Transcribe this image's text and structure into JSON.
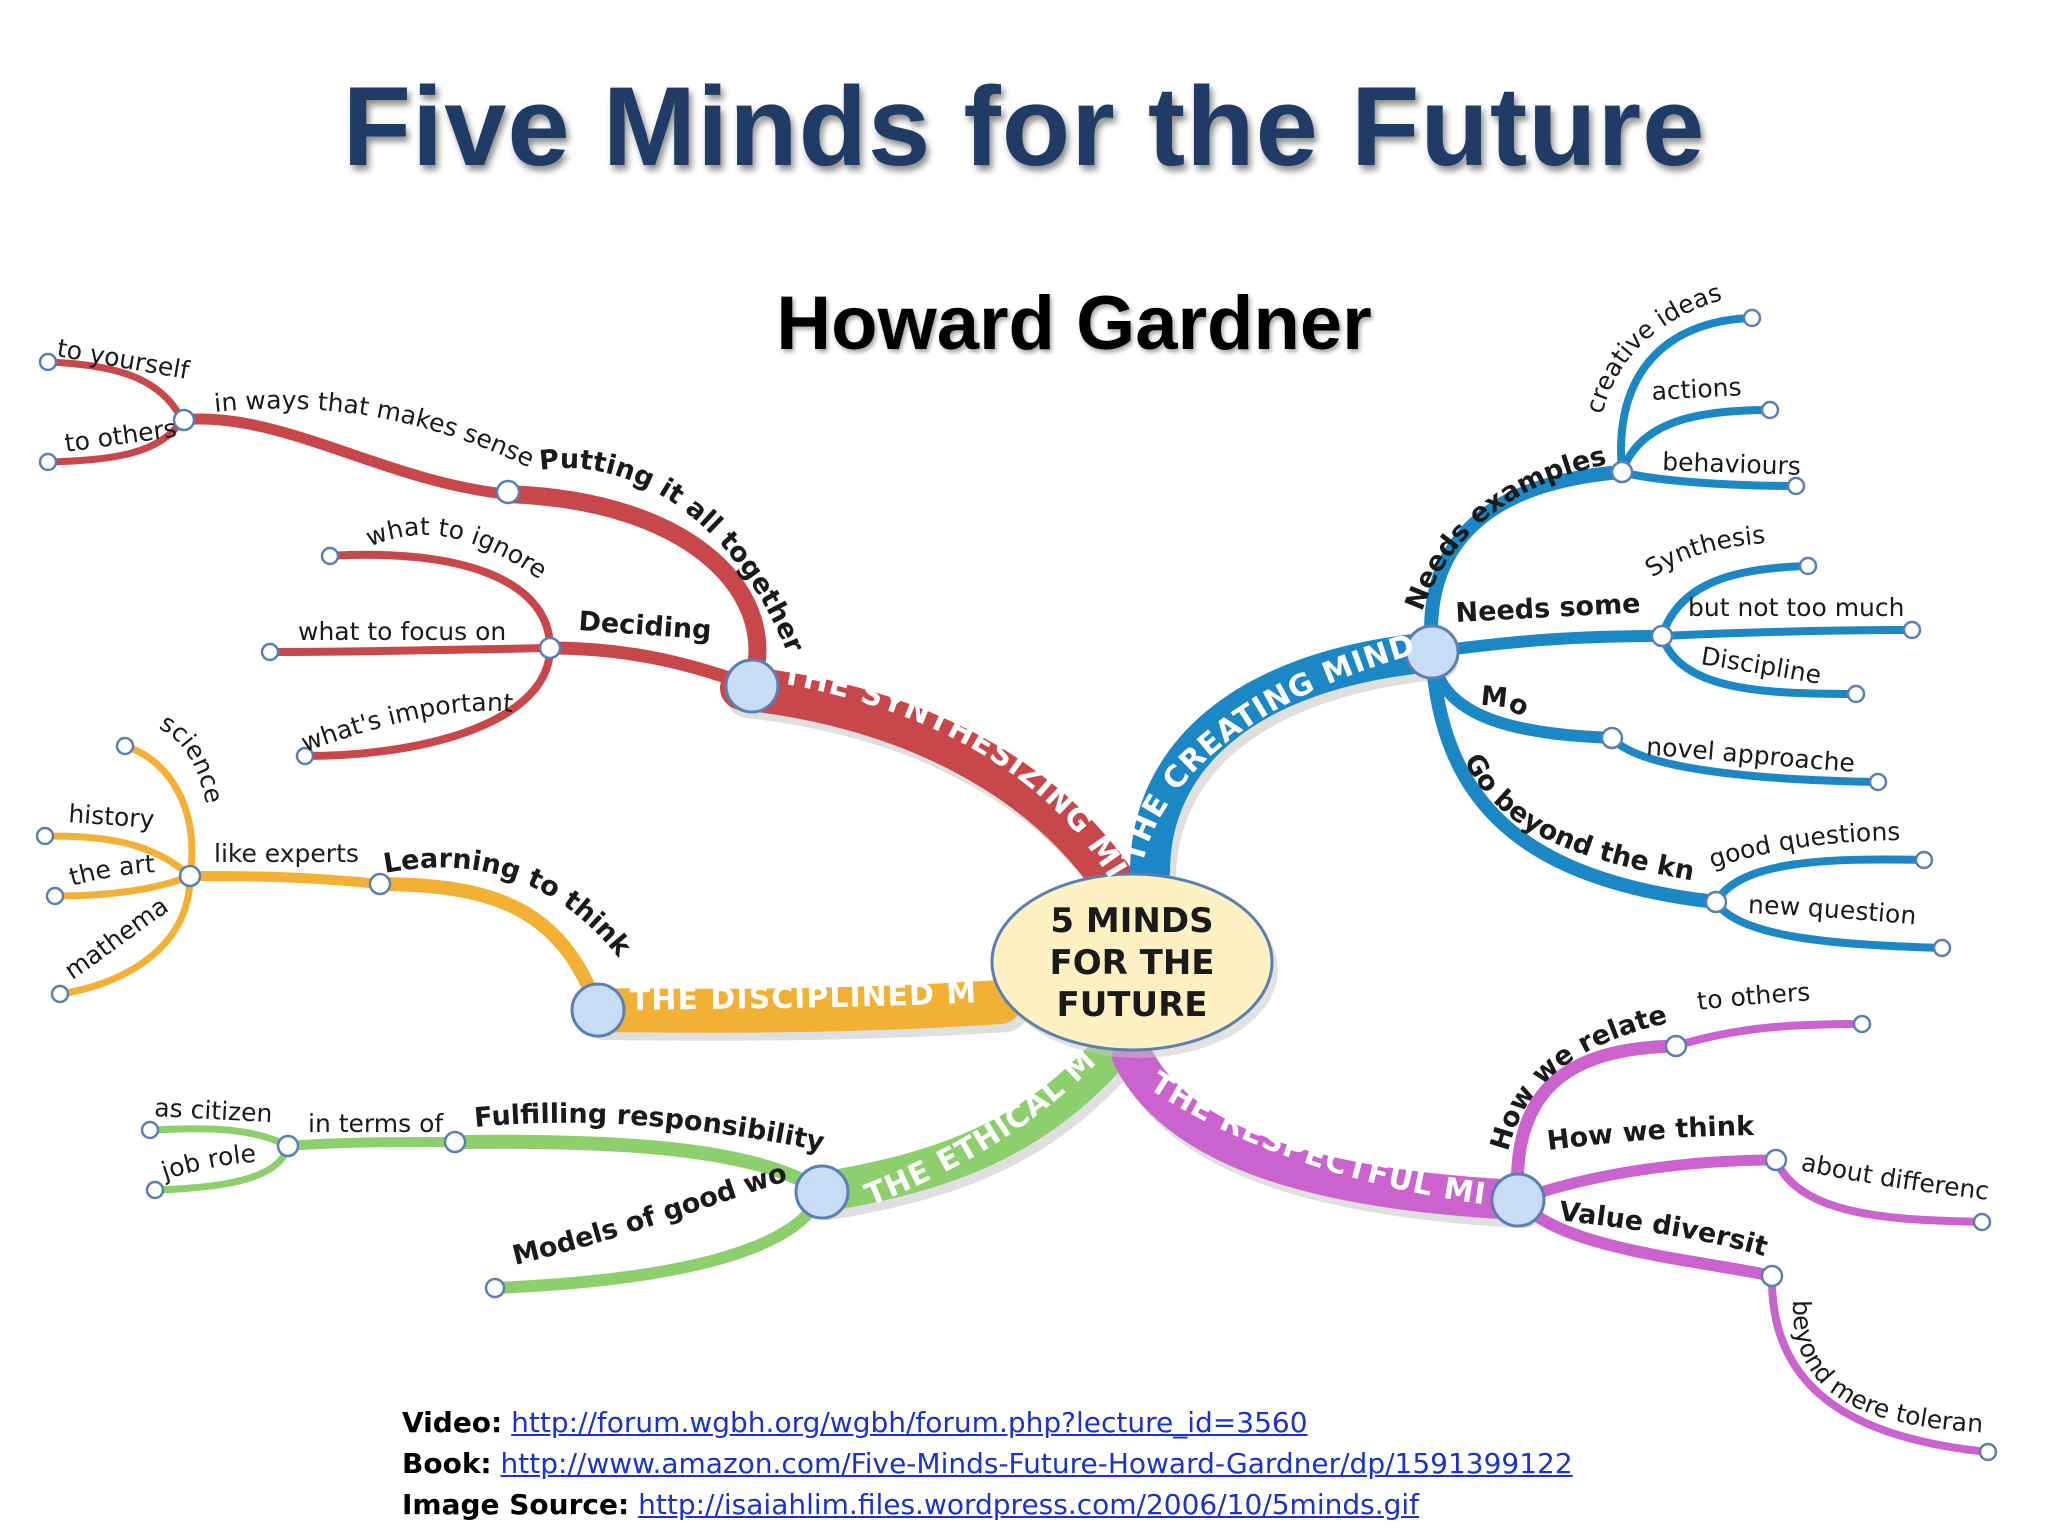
{
  "title": "Five Minds for the Future",
  "subtitle": "Howard Gardner",
  "center": {
    "line1": "5 MINDS",
    "line2": "FOR THE",
    "line3": "FUTURE"
  },
  "colors": {
    "synthesizing": "#c8474b",
    "creating": "#1b87c4",
    "disciplined": "#f2b035",
    "ethical": "#8ccf6c",
    "respectful": "#cb63cf",
    "center_fill": "#fdf1c4"
  },
  "synthesizing": {
    "label": "THE SYNTHESIZING MIND",
    "putting": "Putting it all together",
    "in_ways": "in ways that makes sense",
    "to_yourself": "to yourself",
    "to_others": "to others",
    "deciding": "Deciding",
    "what_to_ignore": "what to ignore",
    "what_to_focus_on": "what to focus on",
    "whats_important": "what's important"
  },
  "creating": {
    "label": "THE CREATING MIND",
    "needs_examples": "Needs examples of",
    "creative_ideas": "creative ideas",
    "actions": "actions",
    "behaviours": "behaviours",
    "needs_some": "Needs some",
    "synthesis": "Synthesis",
    "but_not_too_much": "but not too much",
    "discipline": "Discipline",
    "model": "Model",
    "novel_approaches": "novel approaches",
    "go_beyond": "Go beyond the known",
    "good_questions": "good questions",
    "new_questions": "new questions"
  },
  "disciplined": {
    "label": "THE DISCIPLINED MIND",
    "learning": "Learning to think",
    "like_experts": "like experts",
    "science": "science",
    "history": "history",
    "the_arts": "the arts",
    "mathematics": "mathematics"
  },
  "ethical": {
    "label": "THE ETHICAL MIND",
    "fulfilling": "Fulfilling responsibility",
    "in_terms_of": "in terms of",
    "as_citizen": "as citizen",
    "job_role": "job role",
    "models": "Models of good work"
  },
  "respectful": {
    "label": "THE RESPECTFUL MIND",
    "how_we_relate": "How we relate",
    "to_others": "to others",
    "how_we_think": "How we think",
    "about_differences": "about differences",
    "value_diversity": "Value diversity",
    "beyond_tolerance": "beyond mere tolerance"
  },
  "refs": {
    "video_label": "Video:",
    "video_url": "http://forum.wgbh.org/wgbh/forum.php?lecture_id=3560",
    "book_label": "Book:",
    "book_url": "http://www.amazon.com/Five-Minds-Future-Howard-Gardner/dp/1591399122",
    "source_label": "Image Source:",
    "source_url": "http://isaiahlim.files.wordpress.com/2006/10/5minds.gif"
  }
}
